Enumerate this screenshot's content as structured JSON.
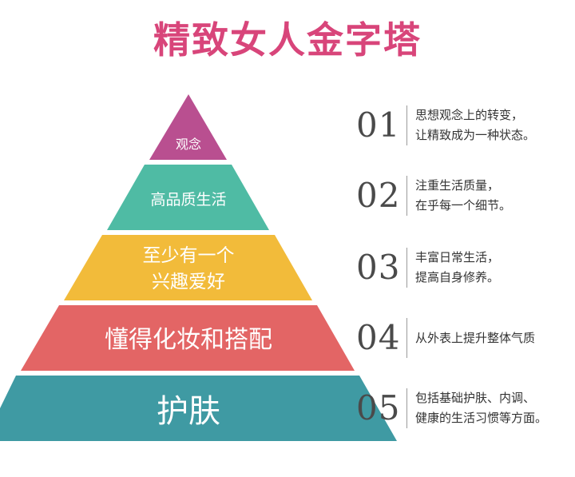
{
  "title": "精致女人金字塔",
  "colors": {
    "title": "#d8457a",
    "tier1": "#b94f90",
    "tier2": "#4fbba4",
    "tier3": "#f2bb3a",
    "tier4": "#e36565",
    "tier5": "#3f9aa3"
  },
  "tiers": [
    {
      "lines": [
        "观念"
      ]
    },
    {
      "lines": [
        "高品质生活"
      ]
    },
    {
      "lines": [
        "至少有一个",
        "兴趣爱好"
      ]
    },
    {
      "lines": [
        "懂得化妆和搭配"
      ]
    },
    {
      "lines": [
        "护肤"
      ]
    }
  ],
  "descriptions": [
    {
      "number": "01",
      "lines": [
        "思想观念上的转变，",
        "让精致成为一种状态。"
      ]
    },
    {
      "number": "02",
      "lines": [
        "注重生活质量，",
        "在乎每一个细节。"
      ]
    },
    {
      "number": "03",
      "lines": [
        "丰富日常生活，",
        "提高自身修养。"
      ]
    },
    {
      "number": "04",
      "lines": [
        "从外表上提升整体气质"
      ]
    },
    {
      "number": "05",
      "lines": [
        "包括基础护肤、内调、",
        "健康的生活习惯等方面。"
      ]
    }
  ]
}
